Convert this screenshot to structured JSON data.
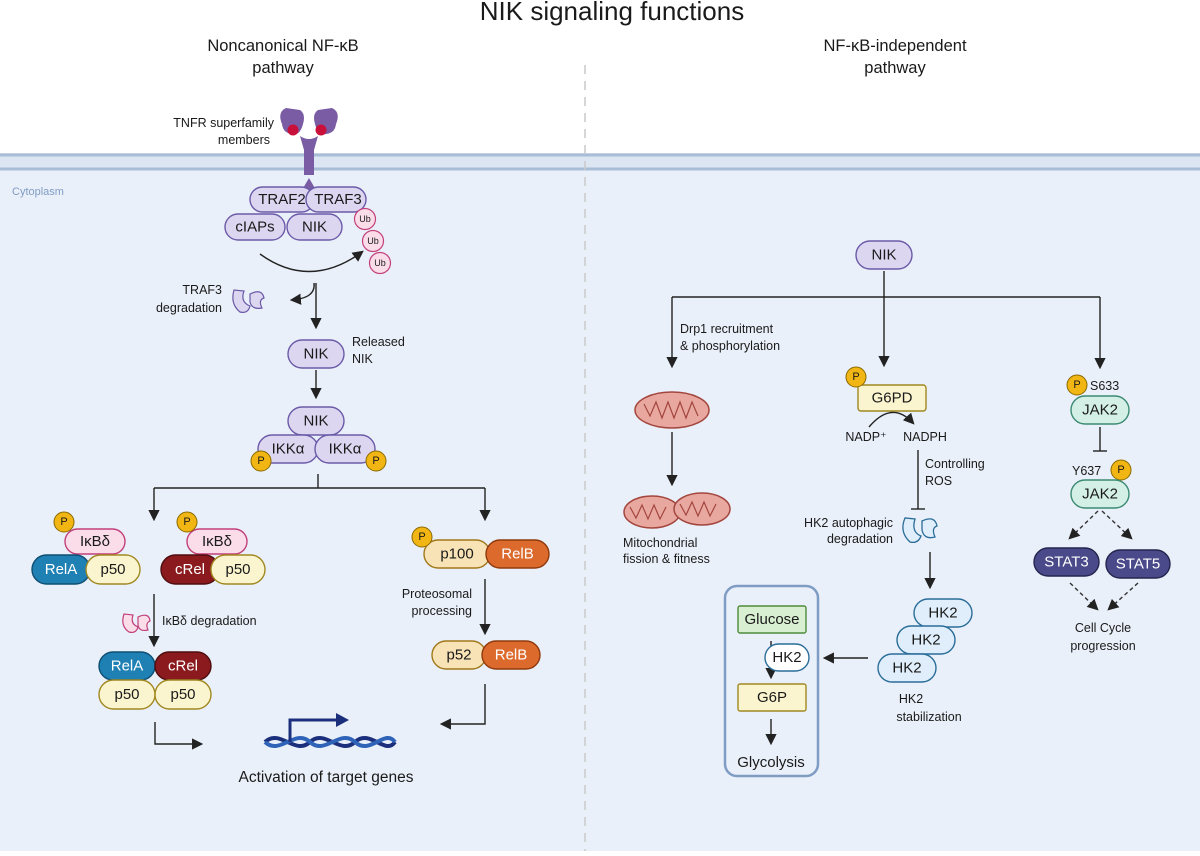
{
  "title": "NIK signaling functions",
  "left_heading": [
    "Noncanonical NF-κB",
    "pathway"
  ],
  "right_heading": [
    "NF-κB-independent",
    "pathway"
  ],
  "cytoplasm_label": "Cytoplasm",
  "receptor_label": [
    "TNFR superfamily",
    "members"
  ],
  "traf2": "TRAF2",
  "traf3": "TRAF3",
  "ciaps": "cIAPs",
  "nik": "NIK",
  "ub": "Ub",
  "traf3_degradation": [
    "TRAF3",
    "degradation"
  ],
  "released_nik": [
    "Released",
    "NIK"
  ],
  "ikka": "IKKα",
  "p": "P",
  "ikbd": "IκBδ",
  "rela": "RelA",
  "crel": "cRel",
  "p50": "p50",
  "p100": "p100",
  "relb": "RelB",
  "p52": "p52",
  "ikbd_degradation": "IκBδ degradation",
  "proteosomal": [
    "Proteosomal",
    "processing"
  ],
  "activation": "Activation of target genes",
  "drp1": [
    "Drp1 recruitment",
    "& phosphorylation"
  ],
  "mito_label": [
    "Mitochondrial",
    "fission & fitness"
  ],
  "g6pd": "G6PD",
  "nadp": "NADP⁺",
  "nadph": "NADPH",
  "controlling_ros": [
    "Controlling",
    "ROS"
  ],
  "hk2_degradation": [
    "HK2 autophagic",
    "degradation"
  ],
  "hk2": "HK2",
  "hk2_stabilization": [
    "HK2",
    "stabilization"
  ],
  "glucose": "Glucose",
  "g6p": "G6P",
  "glycolysis": "Glycolysis",
  "s633": "S633",
  "jak2": "JAK2",
  "y637": "Y637",
  "stat3": "STAT3",
  "stat5": "STAT5",
  "cell_cycle": [
    "Cell Cycle",
    "progression"
  ],
  "colors": {
    "cytoplasm": "#eaf0f9",
    "nik_fill": "#ddd6f0",
    "nik_stroke": "#6b5aa8",
    "ikbd_fill": "#fbdde9",
    "ikbd_stroke": "#c2407a",
    "rela": "#1f80b4",
    "crel": "#8b1a1e",
    "p50_fill": "#fbf5cf",
    "p50_stroke": "#a08820",
    "relb": "#dd6a2d",
    "p100_fill": "#f8e3b6",
    "phos": "#f2b614",
    "hk2_fill": "#dfeefa",
    "hk2_stroke": "#2a6d99",
    "glucose_fill": "#d8efd2",
    "glucose_stroke": "#4d8b3a",
    "jak2_fill": "#d4f0e6",
    "jak2_stroke": "#3b8a72",
    "stat": "#4a4a8a",
    "ub_fill": "#fbdde9"
  }
}
